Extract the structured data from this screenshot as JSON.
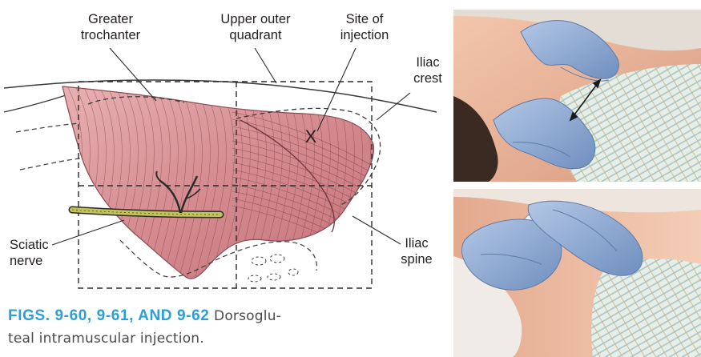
{
  "labels": {
    "greater_trochanter": [
      "Greater",
      "trochanter"
    ],
    "upper_outer_quadrant": [
      "Upper outer",
      "quadrant"
    ],
    "site_of_injection": [
      "Site of",
      "injection"
    ],
    "iliac_crest": [
      "Iliac",
      "crest"
    ],
    "sciatic_nerve": [
      "Sciatic",
      "nerve"
    ],
    "iliac_spine": [
      "Iliac",
      "spine"
    ],
    "injection_mark": "X"
  },
  "caption": {
    "figure_id": "FIGS. 9-60, 9-61, AND 9-62",
    "text_line1": " Dorsoglu-",
    "text_line2": "teal intramuscular injection."
  },
  "colors": {
    "muscle": "#d99a9e",
    "muscle_dark": "#b8636c",
    "caption_blue": "#2a9fd8",
    "glove_blue": "#8fa9cf",
    "skin": "#e9b49c"
  },
  "icons": [
    "double-arrow-icon"
  ]
}
